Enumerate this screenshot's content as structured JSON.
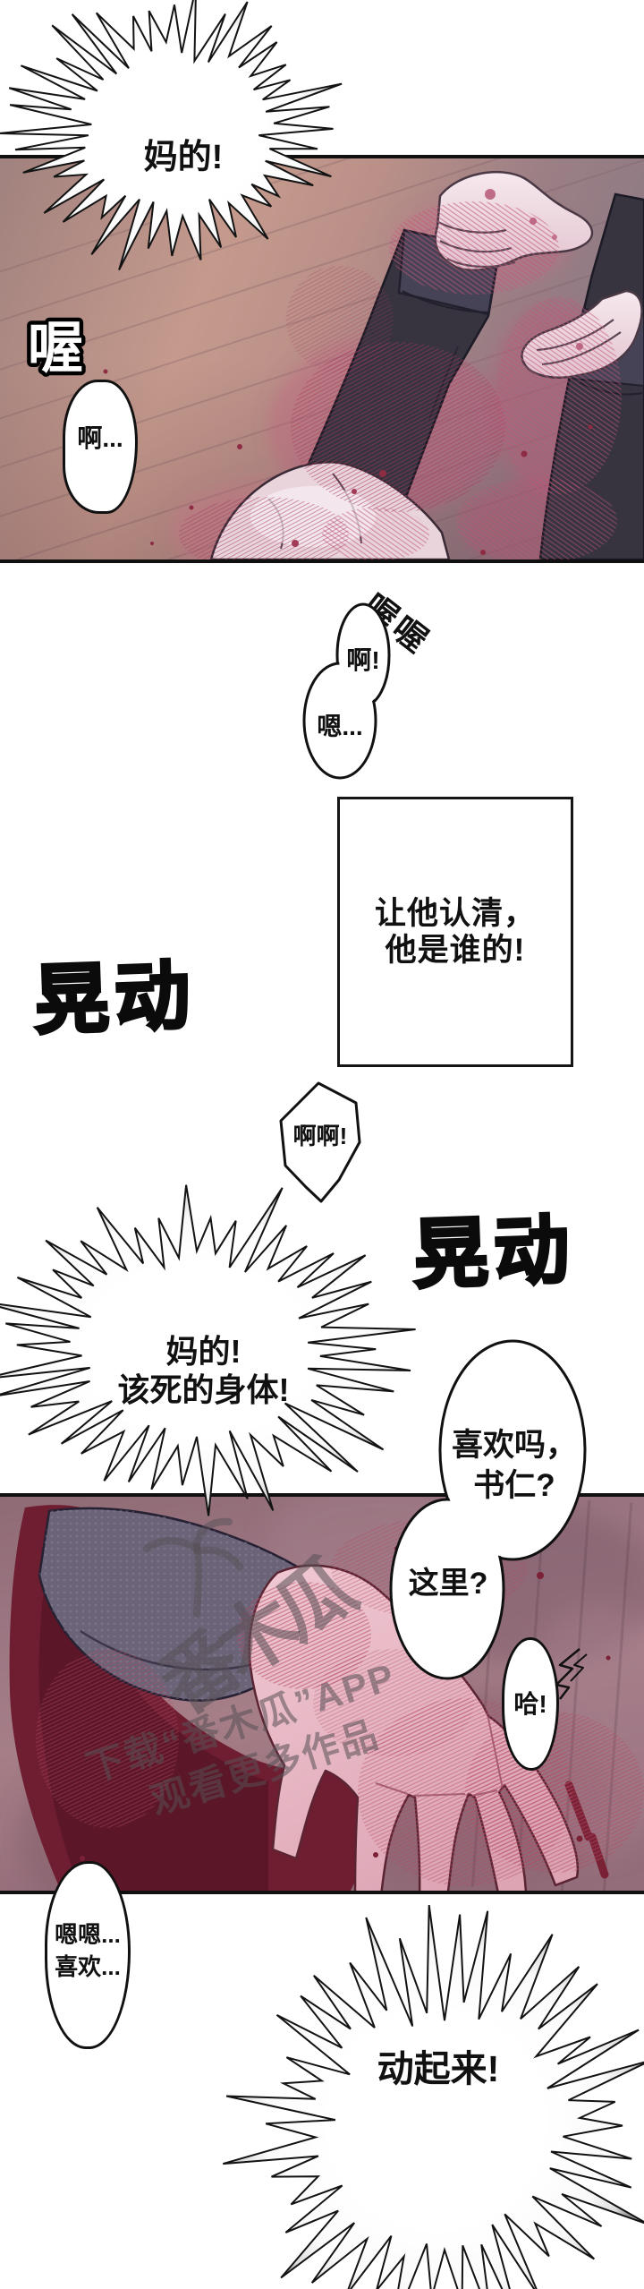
{
  "colors": {
    "ink": "#111111",
    "floor_panel1": "#b98f88",
    "floor_panel2": "#9b7683",
    "blood_dark": "#6f1e31",
    "blood_hatch": "#c1567b",
    "pants": "#37343f",
    "sock": "#f3e3e8",
    "hand": "#e8b7c3"
  },
  "panel1": {
    "burst_text": "妈的!",
    "sfx_wo": "喔",
    "bubble_ah": "啊..."
  },
  "mid": {
    "sfx_wowo": "喔喔",
    "bubble_a": "啊!",
    "bubble_en": "嗯...",
    "caption_l1": "让他认清，",
    "caption_l2": "他是谁的!",
    "sfx_shake_left": "晃动",
    "bubble_ahah": "啊啊!",
    "burst_l1": "妈的!",
    "burst_l2": "该死的身体!",
    "sfx_shake_right": "晃动"
  },
  "panel2": {
    "bubble_like_l1": "喜欢吗，",
    "bubble_like_l2": "书仁?",
    "bubble_here": "这里?",
    "bubble_ha": "哈!",
    "watermark_logo": "番木瓜",
    "watermark_l1": "下载“番木瓜”APP",
    "watermark_l2": "观看更多作品"
  },
  "bottom": {
    "bubble_mm_l1": "嗯嗯...",
    "bubble_mm_l2": "喜欢...",
    "burst_text": "动起来!"
  }
}
